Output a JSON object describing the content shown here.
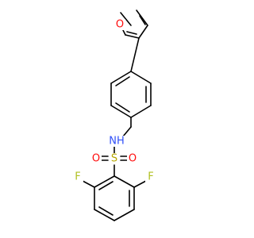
{
  "colors": {
    "bond": "#000000",
    "O": "#ff0d0d",
    "N": "#3050f8",
    "S": "#b8a800",
    "F": "#b0c020"
  },
  "atoms": {
    "furan_O": {
      "label": "O",
      "element": "O"
    },
    "NH": {
      "label": "NH",
      "element": "N"
    },
    "S": {
      "label": "S",
      "element": "S"
    },
    "O_left": {
      "label": "O",
      "element": "O"
    },
    "O_right": {
      "label": "O",
      "element": "O"
    },
    "F_left": {
      "label": "F",
      "element": "F"
    },
    "F_right": {
      "label": "F",
      "element": "F"
    }
  }
}
